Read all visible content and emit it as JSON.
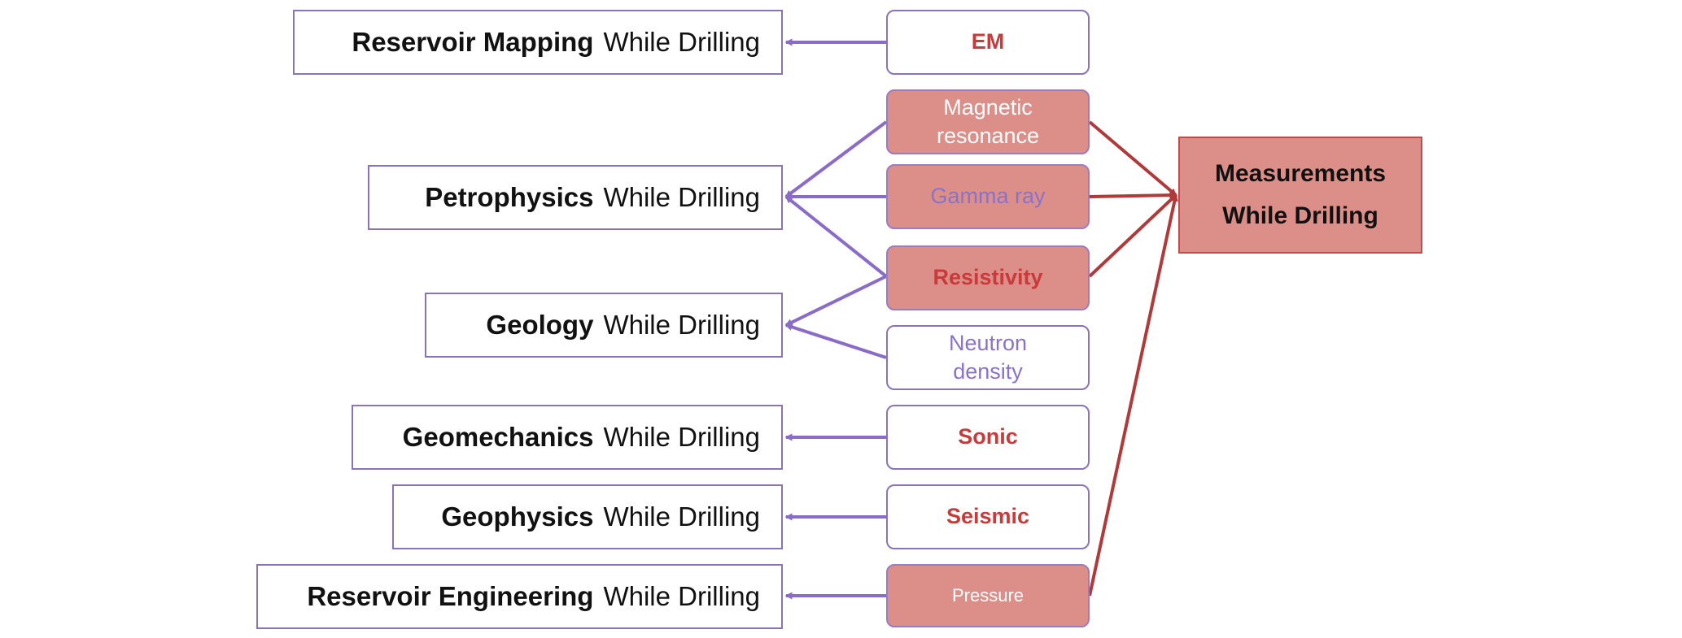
{
  "applications": [
    {
      "bold": "Reservoir Mapping",
      "rest": "While Drilling"
    },
    {
      "bold": "Petrophysics",
      "rest": "While Drilling"
    },
    {
      "bold": "Geology",
      "rest": "While Drilling"
    },
    {
      "bold": "Geomechanics",
      "rest": "While Drilling"
    },
    {
      "bold": "Geophysics",
      "rest": "While Drilling"
    },
    {
      "bold": "Reservoir Engineering",
      "rest": "While Drilling"
    }
  ],
  "measurements": [
    {
      "label": "EM"
    },
    {
      "label": "Magnetic\nresonance"
    },
    {
      "label": "Gamma ray"
    },
    {
      "label": "Resistivity"
    },
    {
      "label": "Neutron\ndensity"
    },
    {
      "label": "Sonic"
    },
    {
      "label": "Seismic"
    },
    {
      "label": "Pressure"
    }
  ],
  "main": {
    "line1": "Measurements",
    "line2": "While Drilling"
  },
  "colors": {
    "purple_arrow": "#8a6cc8",
    "red_arrow": "#b03a3a",
    "fill": "#dc8f88"
  }
}
